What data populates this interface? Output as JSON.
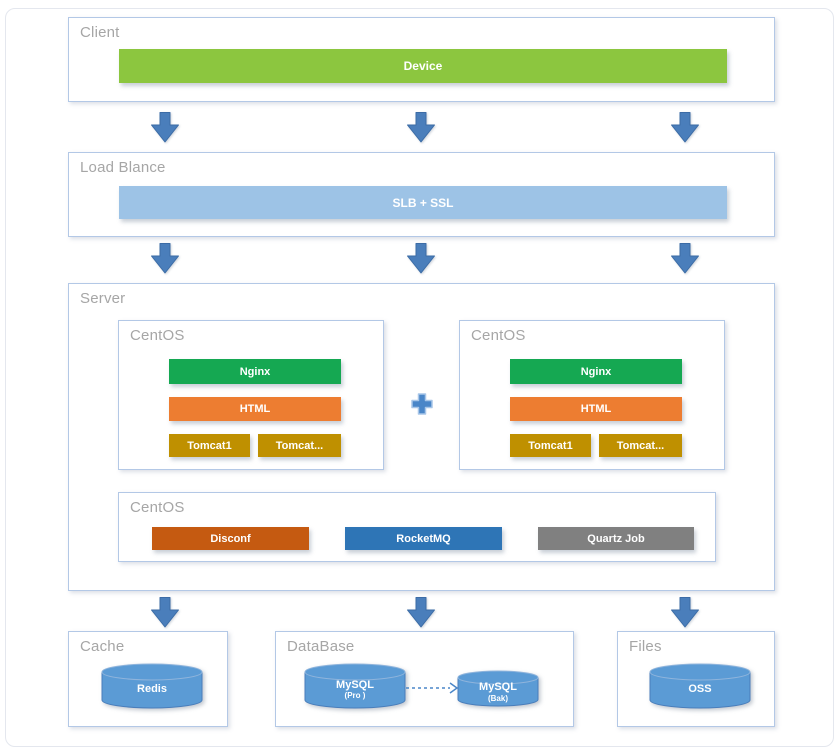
{
  "colors": {
    "box_border": "#b3c8e6",
    "label_gray": "#a6a6a6",
    "arrow_fill": "#4a7ebb",
    "arrow_stroke": "#3c6ca6",
    "device_green": "#8cc63f",
    "slb_blue": "#9dc3e6",
    "nginx_green": "#15a852",
    "html_orange": "#ed7d31",
    "tomcat_gold": "#bf9000",
    "disconf_rust": "#c55a11",
    "rocketmq_blue": "#2e75b6",
    "quartz_gray": "#808080",
    "cylinder_blue": "#5b9bd5",
    "cylinder_stroke": "#4a7ebb",
    "plus_blue": "#4a86c8"
  },
  "client": {
    "label": "Client",
    "device_label": "Device"
  },
  "load_balance": {
    "label": "Load Blance",
    "bar_label": "SLB + SSL"
  },
  "server": {
    "label": "Server",
    "web_nodes": [
      {
        "label": "CentOS",
        "nginx": "Nginx",
        "html": "HTML",
        "tomcat1": "Tomcat1",
        "tomcat2": "Tomcat..."
      },
      {
        "label": "CentOS",
        "nginx": "Nginx",
        "html": "HTML",
        "tomcat1": "Tomcat1",
        "tomcat2": "Tomcat..."
      }
    ],
    "service_node": {
      "label": "CentOS",
      "services": [
        {
          "label": "Disconf"
        },
        {
          "label": "RocketMQ"
        },
        {
          "label": "Quartz Job"
        }
      ]
    }
  },
  "cache": {
    "label": "Cache",
    "redis_label": "Redis"
  },
  "database": {
    "label": "DataBase",
    "primary": {
      "name": "MySQL",
      "role": "(Pro )"
    },
    "backup": {
      "name": "MySQL",
      "role": "(Bak)"
    }
  },
  "files": {
    "label": "Files",
    "oss_label": "OSS"
  }
}
